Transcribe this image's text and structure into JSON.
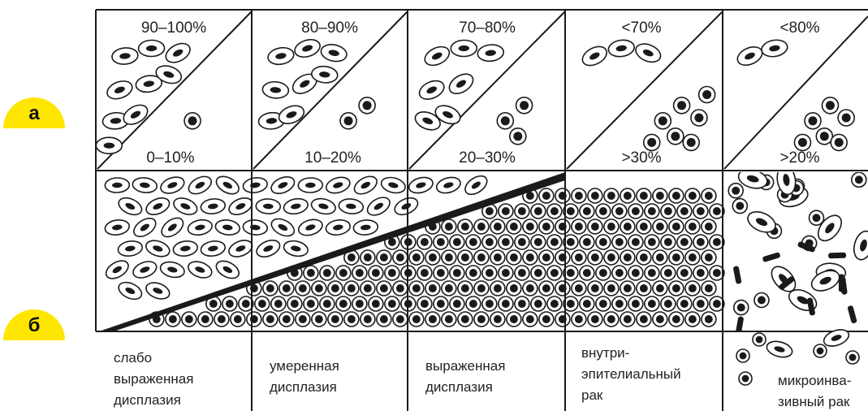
{
  "badges": {
    "a": "а",
    "b": "б"
  },
  "columns": [
    {
      "top_pct": "90–100%",
      "bottom_pct": "0–10%",
      "caption": [
        "слабо",
        "выраженная",
        "дисплазия"
      ]
    },
    {
      "top_pct": "80–90%",
      "bottom_pct": "10–20%",
      "caption": [
        "умеренная",
        "дисплазия"
      ]
    },
    {
      "top_pct": "70–80%",
      "bottom_pct": "20–30%",
      "caption": [
        "выраженная",
        "дисплазия"
      ]
    },
    {
      "top_pct": "<70%",
      "bottom_pct": ">30%",
      "caption": [
        "внутри-",
        "эпителиальный",
        "рак"
      ]
    },
    {
      "top_pct": "<80%",
      "bottom_pct": ">20%",
      "caption": [
        "микроинва-",
        "зивный рак"
      ]
    }
  ],
  "colors": {
    "badge": "#ffe600",
    "ink": "#1a1a1a",
    "paper": "#ffffff"
  }
}
